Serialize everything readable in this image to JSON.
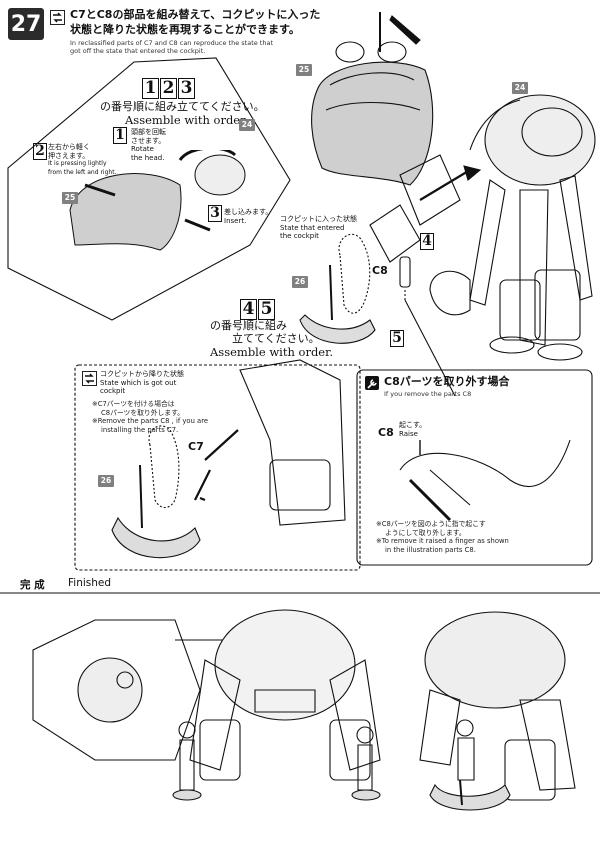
{
  "step": "27",
  "header": {
    "jp_line1": "C7とC8の部品を組み替えて、コクピットに入った",
    "jp_line2": "状態と降りた状態を再現することができます。",
    "en_line1": "In reclassified parts of C7 and C8 can reproduce the state that",
    "en_line2": "got off the state that entered the cockpit."
  },
  "assemble_top": {
    "numbers": [
      "1",
      "2",
      "3"
    ],
    "jp": "の番号順に組み立ててください。",
    "en": "Assemble with order."
  },
  "sub1": {
    "num": "1",
    "jp_line1": "頭部を回転",
    "jp_line2": "させます。",
    "en_line1": "Rotate",
    "en_line2": "the head."
  },
  "sub2": {
    "num": "2",
    "jp_line1": "左右から軽く",
    "jp_line2": "押さえます。",
    "en_line1": "It is pressing lightly",
    "en_line2": "from the left and right."
  },
  "sub3": {
    "num": "3",
    "jp": "差し込みます。",
    "en": "Insert."
  },
  "parts": {
    "p24": "24",
    "p25": "25",
    "p26": "26",
    "c7": "C7",
    "c8": "C8"
  },
  "cockpit_in": {
    "jp": "コクピットに入った状態",
    "en_line1": "State that entered",
    "en_line2": "the cockpit"
  },
  "step4": "4",
  "step5": "5",
  "assemble_mid": {
    "numbers": [
      "4",
      "5"
    ],
    "jp_line1": "の番号順に組み",
    "jp_line2": "立ててください。",
    "en": "Assemble with order."
  },
  "cockpit_out": {
    "jp": "コクピットから降りた状態",
    "en_line1": "State which is got out",
    "en_line2": "cockpit",
    "note_jp_line1": "※C7パーツを付ける場合は",
    "note_jp_line2": "C8パーツを取り外します。",
    "note_en_line1": "※Remove the parts C8 , if you are",
    "note_en_line2": "installing the parts C7."
  },
  "c8_remove": {
    "jp": "C8パーツを取り外す場合",
    "en": "If you remove the parts C8",
    "raise_jp": "起こす。",
    "raise_en": "Raise",
    "note_jp_line1": "※C8パーツを図のように指で起こす",
    "note_jp_line2": "ようにして取り外します。",
    "note_en_line1": "※To remove it raised a finger as shown",
    "note_en_line2": "in the illustration parts C8."
  },
  "finished": {
    "jp": "完 成",
    "en": "Finished"
  },
  "colors": {
    "badge": "#2b2b2b",
    "tag": "#808080",
    "line": "#111111"
  }
}
